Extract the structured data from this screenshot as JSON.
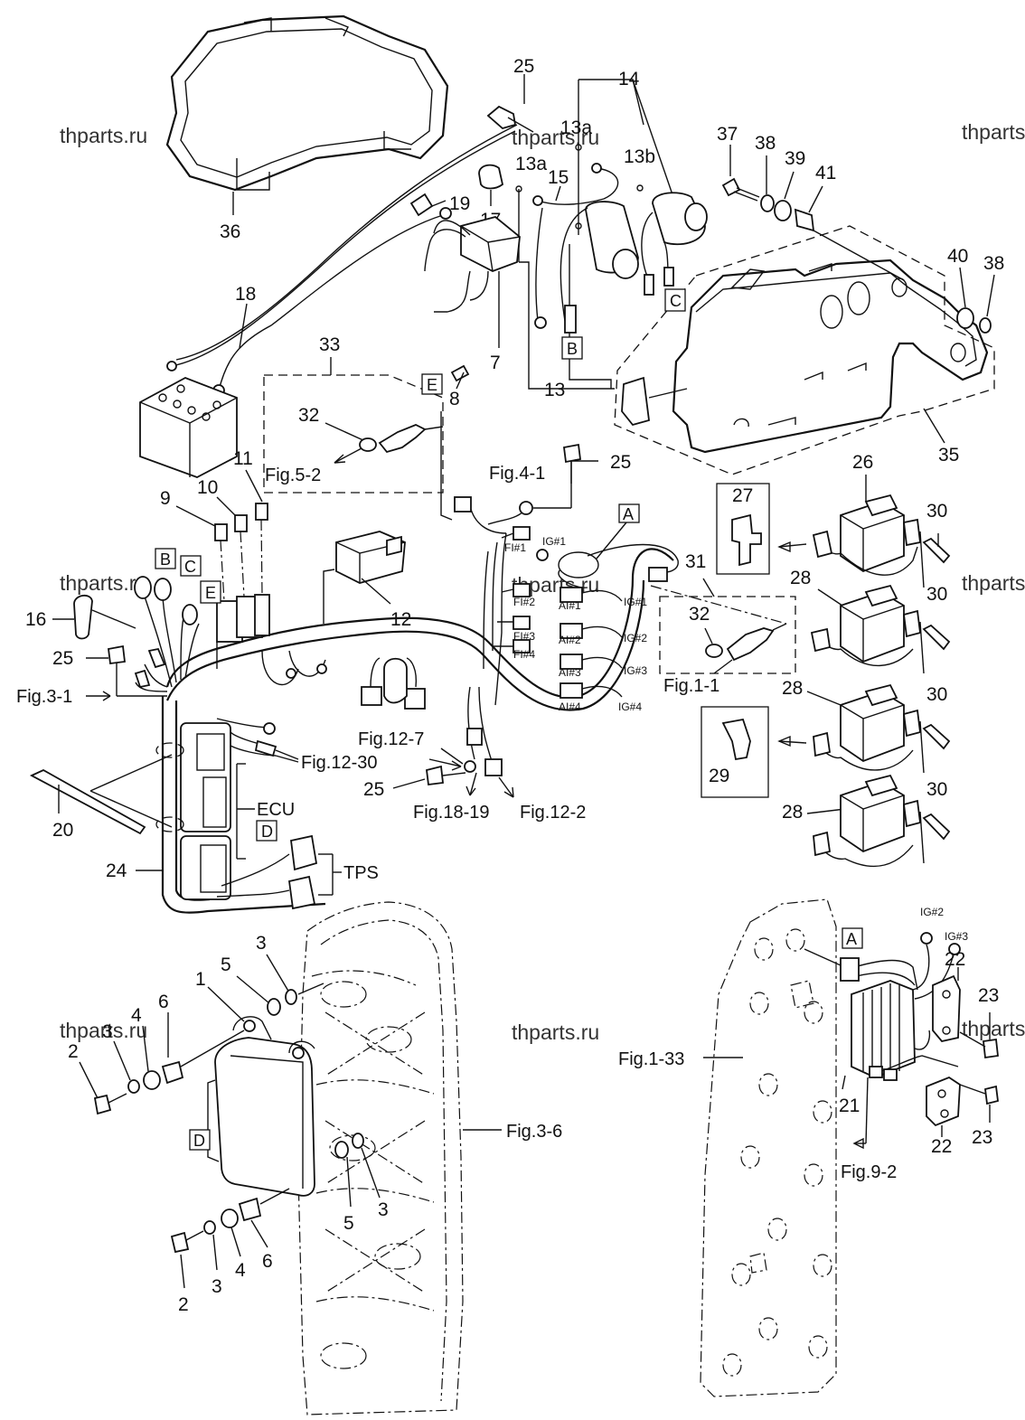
{
  "watermark": "thparts.ru",
  "callouts": {
    "c1": "1",
    "c2a": "2",
    "c2b": "2",
    "c3a": "3",
    "c3b": "3",
    "c3c": "3",
    "c3d": "3",
    "c4a": "4",
    "c4b": "4",
    "c5a": "5",
    "c5b": "5",
    "c6a": "6",
    "c6b": "6",
    "c7": "7",
    "c8": "8",
    "c9": "9",
    "c10": "10",
    "c11": "11",
    "c12": "12",
    "c13": "13",
    "c13a1": "13a",
    "c13a2": "13a",
    "c13b1": "13b",
    "c13b2": "13b",
    "c14": "14",
    "c15": "15",
    "c16": "16",
    "c17": "17",
    "c18": "18",
    "c19": "19",
    "c20": "20",
    "c21": "21",
    "c22a": "22",
    "c22b": "22",
    "c23a": "23",
    "c23b": "23",
    "c24": "24",
    "c25a": "25",
    "c25b": "25",
    "c25c": "25",
    "c25d": "25",
    "c26": "26",
    "c27": "27",
    "c28a": "28",
    "c28b": "28",
    "c28c": "28",
    "c29": "29",
    "c30a": "30",
    "c30b": "30",
    "c30c": "30",
    "c30d": "30",
    "c31": "31",
    "c32a": "32",
    "c32b": "32",
    "c33": "33",
    "c35": "35",
    "c36": "36",
    "c37": "37",
    "c38a": "38",
    "c38b": "38",
    "c39": "39",
    "c40": "40",
    "c41": "41"
  },
  "figure_refs": {
    "fig5_2": "Fig.5-2",
    "fig4_1": "Fig.4-1",
    "fig3_1": "Fig.3-1",
    "fig12_30": "Fig.12-30",
    "fig12_7": "Fig.12-7",
    "fig18_19": "Fig.18-19",
    "fig12_2": "Fig.12-2",
    "fig1_1": "Fig.1-1",
    "fig3_6": "Fig.3-6",
    "fig1_33": "Fig.1-33",
    "fig9_2": "Fig.9-2"
  },
  "box_letters": {
    "a1": "A",
    "a2": "A",
    "b1": "B",
    "b2": "B",
    "c1": "C",
    "c2": "C",
    "d1": "D",
    "d2": "D",
    "e1": "E",
    "e2": "E"
  },
  "harness_labels": {
    "ecu": "ECU",
    "tps": "TPS",
    "ig1": "IG#1",
    "ig2": "IG#2",
    "ig3": "IG#3",
    "ig4": "IG#4",
    "ig2b": "IG#2",
    "ig3b": "IG#3",
    "fi1": "FI#1",
    "fi2": "FI#2",
    "fi3": "FI#3",
    "fi4": "FI#4",
    "ai1": "AI#1",
    "ai2": "AI#2",
    "ai3": "AI#3",
    "ai4": "AI#4"
  }
}
